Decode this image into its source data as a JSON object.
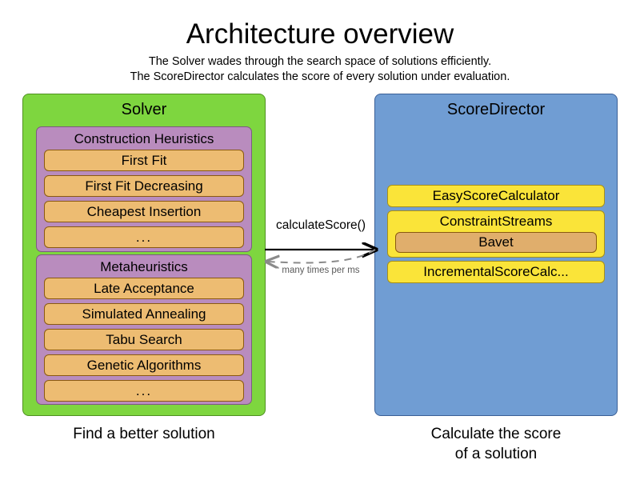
{
  "header": {
    "title": "Architecture overview",
    "subtitle_line_1": "The Solver wades through the search space of solutions efficiently.",
    "subtitle_line_2": "The ScoreDirector calculates the score of every solution under evaluation."
  },
  "solver": {
    "title": "Solver",
    "caption": "Find a better solution",
    "panel_color": "#7ED63F",
    "groups": [
      {
        "title": "Construction Heuristics",
        "color": "#B98CBE",
        "items": [
          {
            "label": "First Fit"
          },
          {
            "label": "First Fit Decreasing"
          },
          {
            "label": "Cheapest Insertion"
          },
          {
            "label": "..."
          }
        ]
      },
      {
        "title": "Metaheuristics",
        "color": "#B98CBE",
        "items": [
          {
            "label": "Late Acceptance"
          },
          {
            "label": "Simulated Annealing"
          },
          {
            "label": "Tabu Search"
          },
          {
            "label": "Genetic Algorithms"
          },
          {
            "label": "..."
          }
        ]
      }
    ],
    "item_color": "#EDBC72"
  },
  "score_director": {
    "title": "ScoreDirector",
    "caption_line_1": "Calculate the score",
    "caption_line_2": "of a solution",
    "panel_color": "#709DD3",
    "calculator_color": "#FAE439",
    "calculators": [
      {
        "label": "EasyScoreCalculator"
      },
      {
        "label": "ConstraintStreams",
        "nested": [
          {
            "label": "Bavet",
            "color": "#E0AE6C"
          }
        ]
      },
      {
        "label": "IncrementalScoreCalc..."
      }
    ]
  },
  "arrows": {
    "request": {
      "label": "calculateScore()",
      "direction": "left-to-right",
      "style": "solid",
      "color": "#000000"
    },
    "response": {
      "label": "many times per ms",
      "direction": "right-to-left",
      "style": "dashed",
      "color": "#8a8a8a"
    }
  }
}
